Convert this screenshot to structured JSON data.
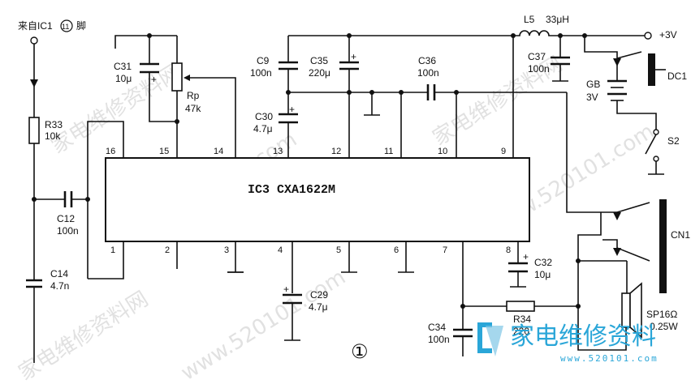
{
  "input_label": "来自IC1",
  "input_pin_number": "11",
  "input_suffix": "脚",
  "chip": {
    "label": "IC3  CXA1622M"
  },
  "pins": {
    "p1": "1",
    "p2": "2",
    "p3": "3",
    "p4": "4",
    "p5": "5",
    "p6": "6",
    "p7": "7",
    "p8": "8",
    "p9": "9",
    "p10": "10",
    "p11": "11",
    "p12": "12",
    "p13": "13",
    "p14": "14",
    "p15": "15",
    "p16": "16"
  },
  "components": {
    "r33": {
      "name": "R33",
      "value": "10k"
    },
    "c12": {
      "name": "C12",
      "value": "100n"
    },
    "c14": {
      "name": "C14",
      "value": "4.7n"
    },
    "c31": {
      "name": "C31",
      "value": "10μ"
    },
    "rp": {
      "name": "Rp",
      "value": "47k"
    },
    "c9": {
      "name": "C9",
      "value": "100n"
    },
    "c35": {
      "name": "C35",
      "value": "220μ"
    },
    "c30": {
      "name": "C30",
      "value": "4.7μ"
    },
    "c36": {
      "name": "C36",
      "value": "100n"
    },
    "l5": {
      "name": "L5",
      "value": "33μH"
    },
    "c37": {
      "name": "C37",
      "value": "100n"
    },
    "gb": {
      "name": "GB",
      "value": "3V"
    },
    "supply": "+3V",
    "dc1": "DC1",
    "s2": "S2",
    "cn1": "CN1",
    "c32": {
      "name": "C32",
      "value": "10μ"
    },
    "c29": {
      "name": "C29",
      "value": "4.7μ"
    },
    "r34": {
      "name": "R34",
      "value": "220"
    },
    "c34": {
      "name": "C34",
      "value": "100n"
    },
    "speaker": {
      "name": "SP16Ω",
      "value": "0.25W"
    }
  },
  "plus_sign": "+",
  "figure_number": "①",
  "watermark": "家电维修资料网",
  "watermark_url": "www.520101.com",
  "logo": {
    "title": "家电维修资料",
    "url": "www.520101.com"
  }
}
